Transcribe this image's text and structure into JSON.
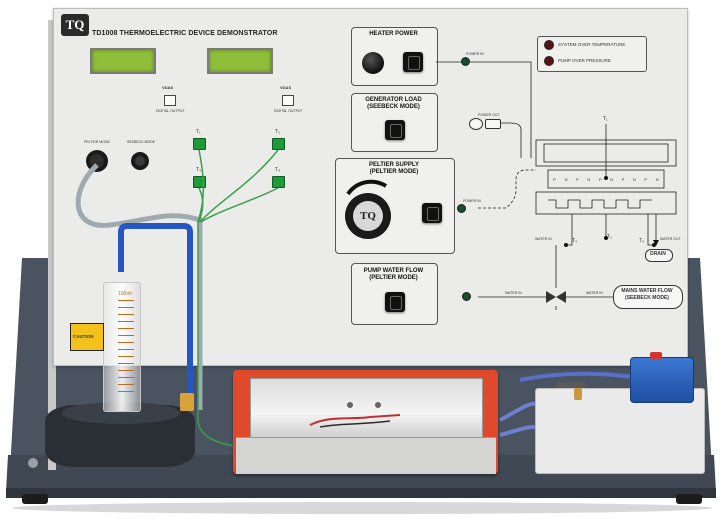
{
  "panel": {
    "logo_text": "TQ",
    "title": "TD1008 THERMOELECTRIC DEVICE DEMONSTRATOR",
    "dax_left": "VDAS",
    "dax_left_sub": "DIGITAL OUTPUT",
    "dax_right": "VDAS",
    "dax_right_sub": "DIGITAL OUTPUT",
    "peltier_mode": "PELTIER MODE",
    "seebeck_mode": "SEEBECK MODE",
    "t1": "T₁",
    "t2": "T₂",
    "t3": "T₃",
    "t4": "T₄"
  },
  "controls": {
    "heater_power": "HEATER POWER",
    "generator_load_1": "GENERATOR LOAD",
    "generator_load_2": "(SEEBECK MODE)",
    "peltier_supply_1": "PELTIER SUPPLY",
    "peltier_supply_2": "(PELTIER MODE)",
    "pump_water_flow_1": "PUMP WATER FLOW",
    "pump_water_flow_2": "(PELTIER MODE)",
    "knob_logo": "TQ"
  },
  "indicators": {
    "system_over_temp": "SYSTEM OVER TEMPERATURE",
    "pump_over_pressure": "PUMP OVER PRESSURE"
  },
  "schematic": {
    "power_in_1": "POWER IN",
    "power_out": "POWER OUT",
    "power_in_2": "POWER IN",
    "water_in_1": "WATER IN",
    "water_out": "WATER OUT",
    "water_in_2": "WATER IN",
    "water_in_3": "WATER IN",
    "drain": "DRAIN",
    "mains_flow_1": "MAINS WATER FLOW",
    "mains_flow_2": "(SEEBECK MODE)",
    "t1": "T₁",
    "t2": "T₂",
    "t3": "T₃",
    "t4": "T₄",
    "junctions": [
      "P",
      "N",
      "P",
      "N",
      "P",
      "N",
      "P",
      "N",
      "P",
      "N"
    ]
  },
  "bench": {
    "cylinder_label": "100ml",
    "warning_label": "CAUTION"
  },
  "colors": {
    "panel": "#ebebea",
    "base": "#46505c",
    "enclosure": "#e04a2a",
    "lcd": "#8fbf3a"
  }
}
